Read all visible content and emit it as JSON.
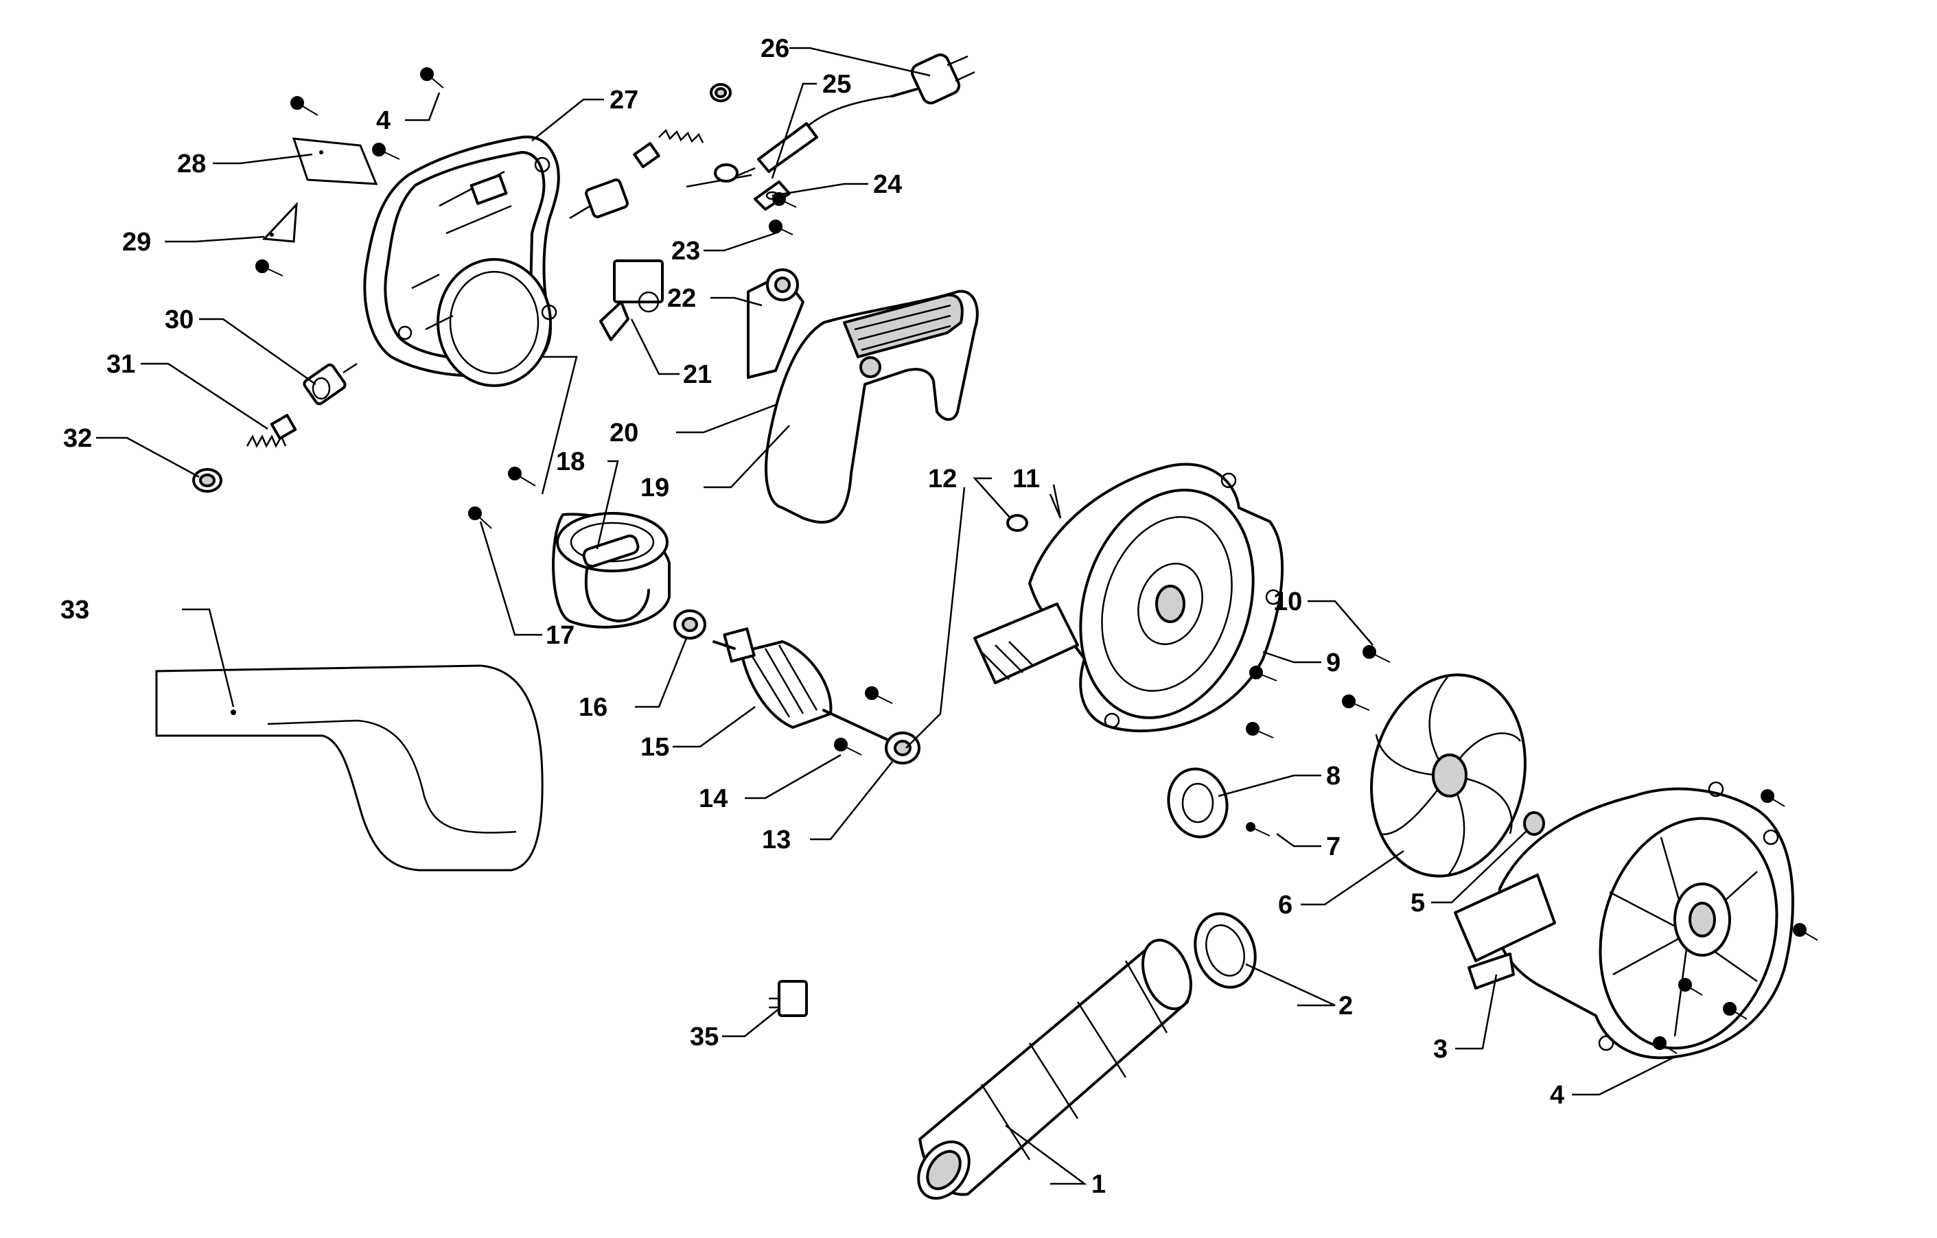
{
  "labels": [
    {
      "id": "1",
      "text": "1"
    },
    {
      "id": "2",
      "text": "2"
    },
    {
      "id": "3",
      "text": "3"
    },
    {
      "id": "4a",
      "text": "4"
    },
    {
      "id": "4b",
      "text": "4"
    },
    {
      "id": "5",
      "text": "5"
    },
    {
      "id": "6",
      "text": "6"
    },
    {
      "id": "7",
      "text": "7"
    },
    {
      "id": "8",
      "text": "8"
    },
    {
      "id": "9",
      "text": "9"
    },
    {
      "id": "10",
      "text": "10"
    },
    {
      "id": "11",
      "text": "11"
    },
    {
      "id": "12",
      "text": "12"
    },
    {
      "id": "13",
      "text": "13"
    },
    {
      "id": "14",
      "text": "14"
    },
    {
      "id": "15",
      "text": "15"
    },
    {
      "id": "16",
      "text": "16"
    },
    {
      "id": "17",
      "text": "17"
    },
    {
      "id": "18",
      "text": "18"
    },
    {
      "id": "19",
      "text": "19"
    },
    {
      "id": "20",
      "text": "20"
    },
    {
      "id": "21",
      "text": "21"
    },
    {
      "id": "22",
      "text": "22"
    },
    {
      "id": "23",
      "text": "23"
    },
    {
      "id": "24",
      "text": "24"
    },
    {
      "id": "25",
      "text": "25"
    },
    {
      "id": "26",
      "text": "26"
    },
    {
      "id": "27",
      "text": "27"
    },
    {
      "id": "28",
      "text": "28"
    },
    {
      "id": "29",
      "text": "29"
    },
    {
      "id": "30",
      "text": "30"
    },
    {
      "id": "31",
      "text": "31"
    },
    {
      "id": "32",
      "text": "32"
    },
    {
      "id": "33",
      "text": "33"
    },
    {
      "id": "35",
      "text": "35"
    }
  ]
}
